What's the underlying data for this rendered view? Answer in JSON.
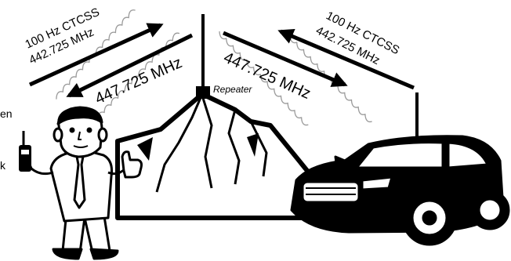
{
  "colors": {
    "ink": "#000000",
    "paper": "#ffffff",
    "wave": "#9a9a9a"
  },
  "labels": {
    "left_tone": "100 Hz CTCSS",
    "left_freq": "442.725 MHz",
    "left_return": "447.725 MHz",
    "right_tone": "100 Hz CTCSS",
    "right_freq": "442.725 MHz",
    "right_return": "447.725 MHz",
    "repeater": "Repeater",
    "edge_top": "en",
    "edge_bottom": "k"
  },
  "icons": [
    "handheld-radio",
    "thumbs-up",
    "mountain",
    "repeater-antenna",
    "suv",
    "car-antenna",
    "radio-wave"
  ]
}
